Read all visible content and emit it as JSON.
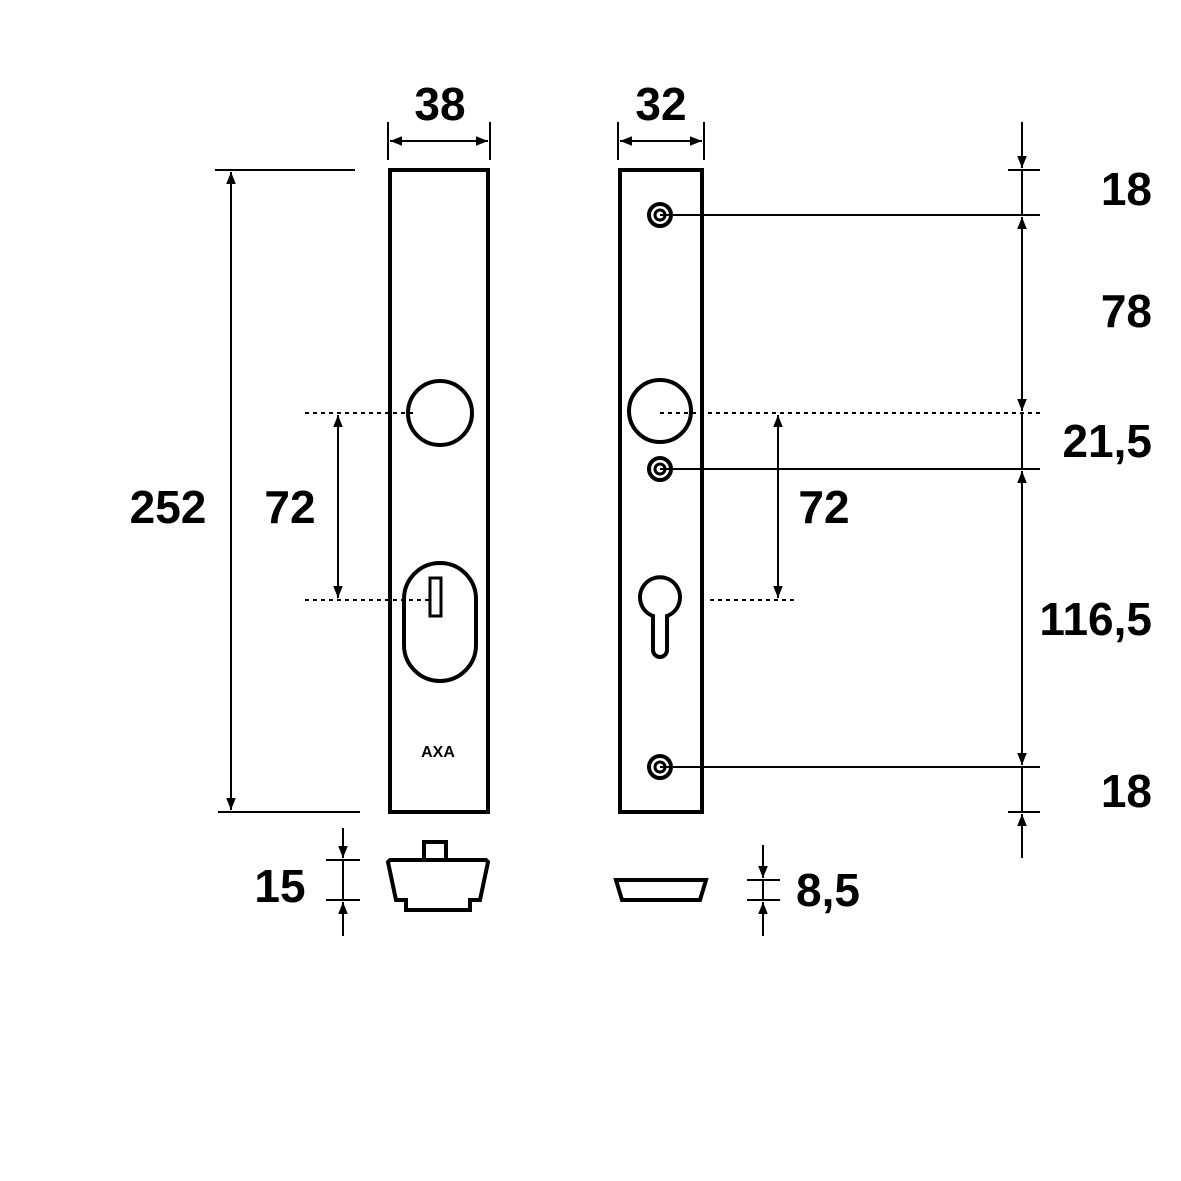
{
  "front_plate": {
    "width": "38",
    "height": "252",
    "handle_to_cylinder": "72",
    "thickness": "15",
    "logo": "AXA"
  },
  "back_plate": {
    "width": "32",
    "handle_to_cylinder": "72",
    "top_to_screw": "18",
    "screw_to_handle": "78",
    "handle_to_screw": "21,5",
    "screw_to_bottom_screw": "116,5",
    "bottom_screw_to_bottom": "18",
    "thickness": "8,5"
  },
  "colors": {
    "line": "#000000",
    "background": "#ffffff"
  }
}
